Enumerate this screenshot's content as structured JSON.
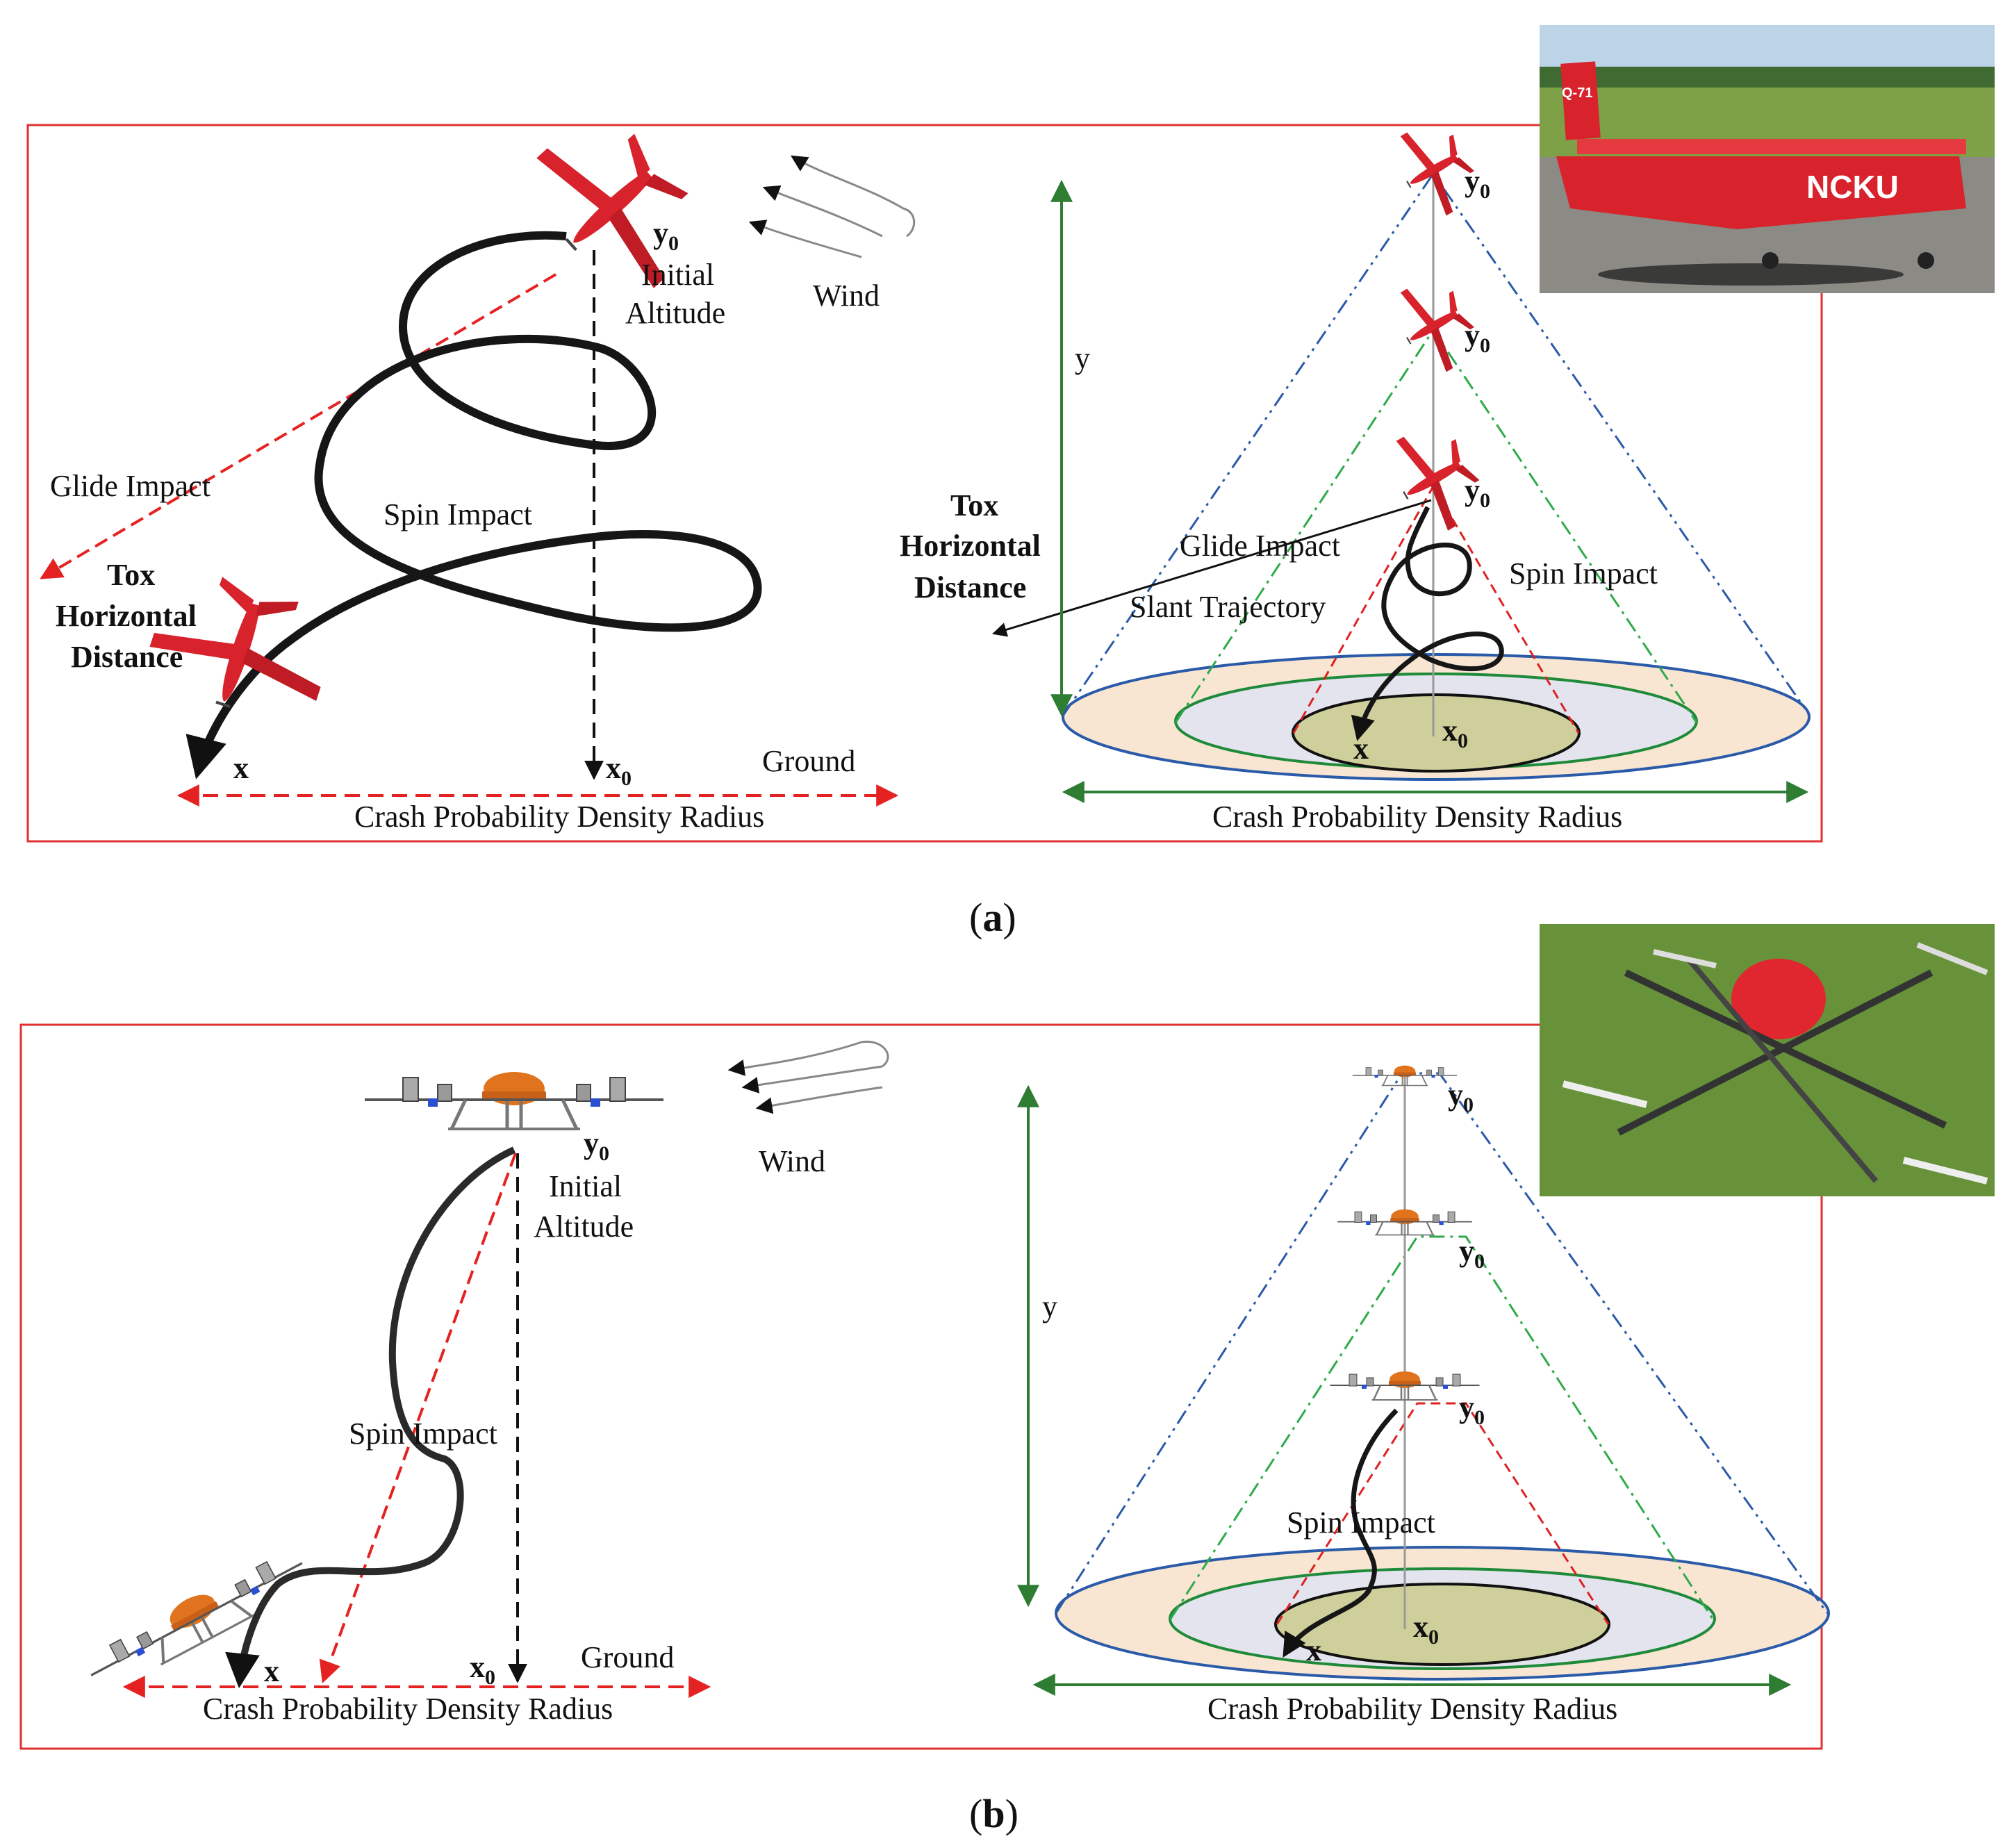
{
  "panel_a": {
    "caption_letter": "a",
    "left": {
      "y0": "y",
      "y0_sub": "0",
      "initial": "Initial",
      "altitude": "Altitude",
      "wind": "Wind",
      "glide_impact": "Glide Impact",
      "spin_impact": "Spin Impact",
      "tox": "Tox",
      "horizontal": "Horizontal",
      "distance": "Distance",
      "x": "x",
      "x0": "x",
      "x0_sub": "0",
      "ground": "Ground",
      "radius": "Crash Probability Density Radius"
    },
    "right": {
      "y0_top": "y",
      "y0_mid": "y",
      "y0_low": "y",
      "sub": "0",
      "y_axis": "y",
      "tox": "Tox",
      "horizontal": "Horizontal",
      "distance": "Distance",
      "glide_impact": "Glide Impact",
      "slant": "Slant Trajectory",
      "spin_impact": "Spin Impact",
      "x": "x",
      "x0": "x",
      "radius": "Crash Probability Density Radius"
    },
    "photo_text": "NCKU",
    "photo_tail": "Q-71"
  },
  "panel_b": {
    "caption_letter": "b",
    "left": {
      "y0": "y",
      "sub": "0",
      "initial": "Initial",
      "altitude": "Altitude",
      "wind": "Wind",
      "spin_impact": "Spin Impact",
      "x": "x",
      "x0": "x",
      "ground": "Ground",
      "radius": "Crash Probability Density Radius"
    },
    "right": {
      "y0_top": "y",
      "y0_mid": "y",
      "y0_low": "y",
      "sub": "0",
      "y_axis": "y",
      "spin_impact": "Spin Impact",
      "x": "x",
      "x0": "x",
      "radius": "Crash Probability Density Radius"
    }
  },
  "colors": {
    "frame": "#e03030",
    "glide": "#e52222",
    "green": "#2e7d32",
    "blue_cone": "#2a5aa8",
    "green_cone": "#2eaa4a",
    "red_cone": "#dd2222",
    "disk_outer": "#f8e6d2",
    "disk_mid": "#e4e4ee",
    "disk_inner": "#cfcf9c"
  }
}
